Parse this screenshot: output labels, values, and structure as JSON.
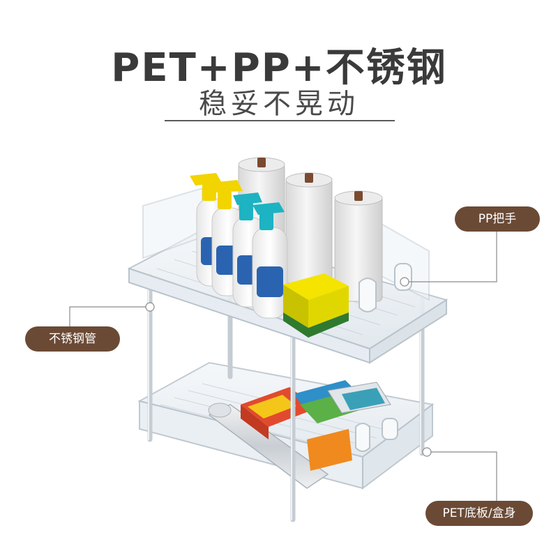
{
  "header": {
    "title": "PET+PP+不锈钢",
    "subtitle": "稳妥不晃动"
  },
  "callouts": {
    "handle": "PP把手",
    "tube": "不锈钢管",
    "base": "PET底板/盒身"
  },
  "colors": {
    "badge": "#6b4a35",
    "title": "#3a3a3a",
    "lead_line": "#8a8a8a"
  }
}
